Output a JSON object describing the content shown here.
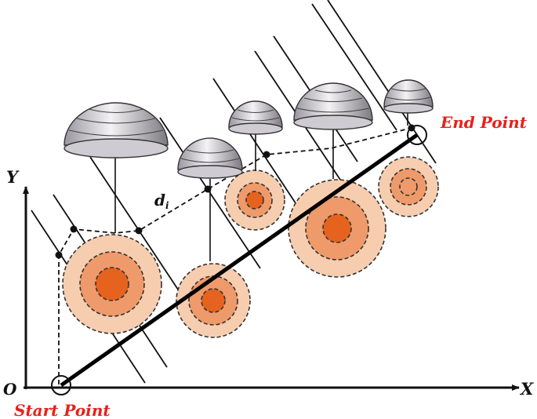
{
  "labels": {
    "origin": "O",
    "x_axis": "X",
    "y_axis": "Y",
    "start": "Start Point",
    "end": "End Point",
    "distance_main": "d",
    "distance_sub": "i"
  },
  "colors": {
    "outer_ring": "#f7cdb0",
    "middle_ring": "#ef9a6a",
    "inner_core": "#e5631e",
    "dome_light": "#f4f2f4",
    "dome_dark": "#8e8a92",
    "label_red": "#e8201b"
  }
}
